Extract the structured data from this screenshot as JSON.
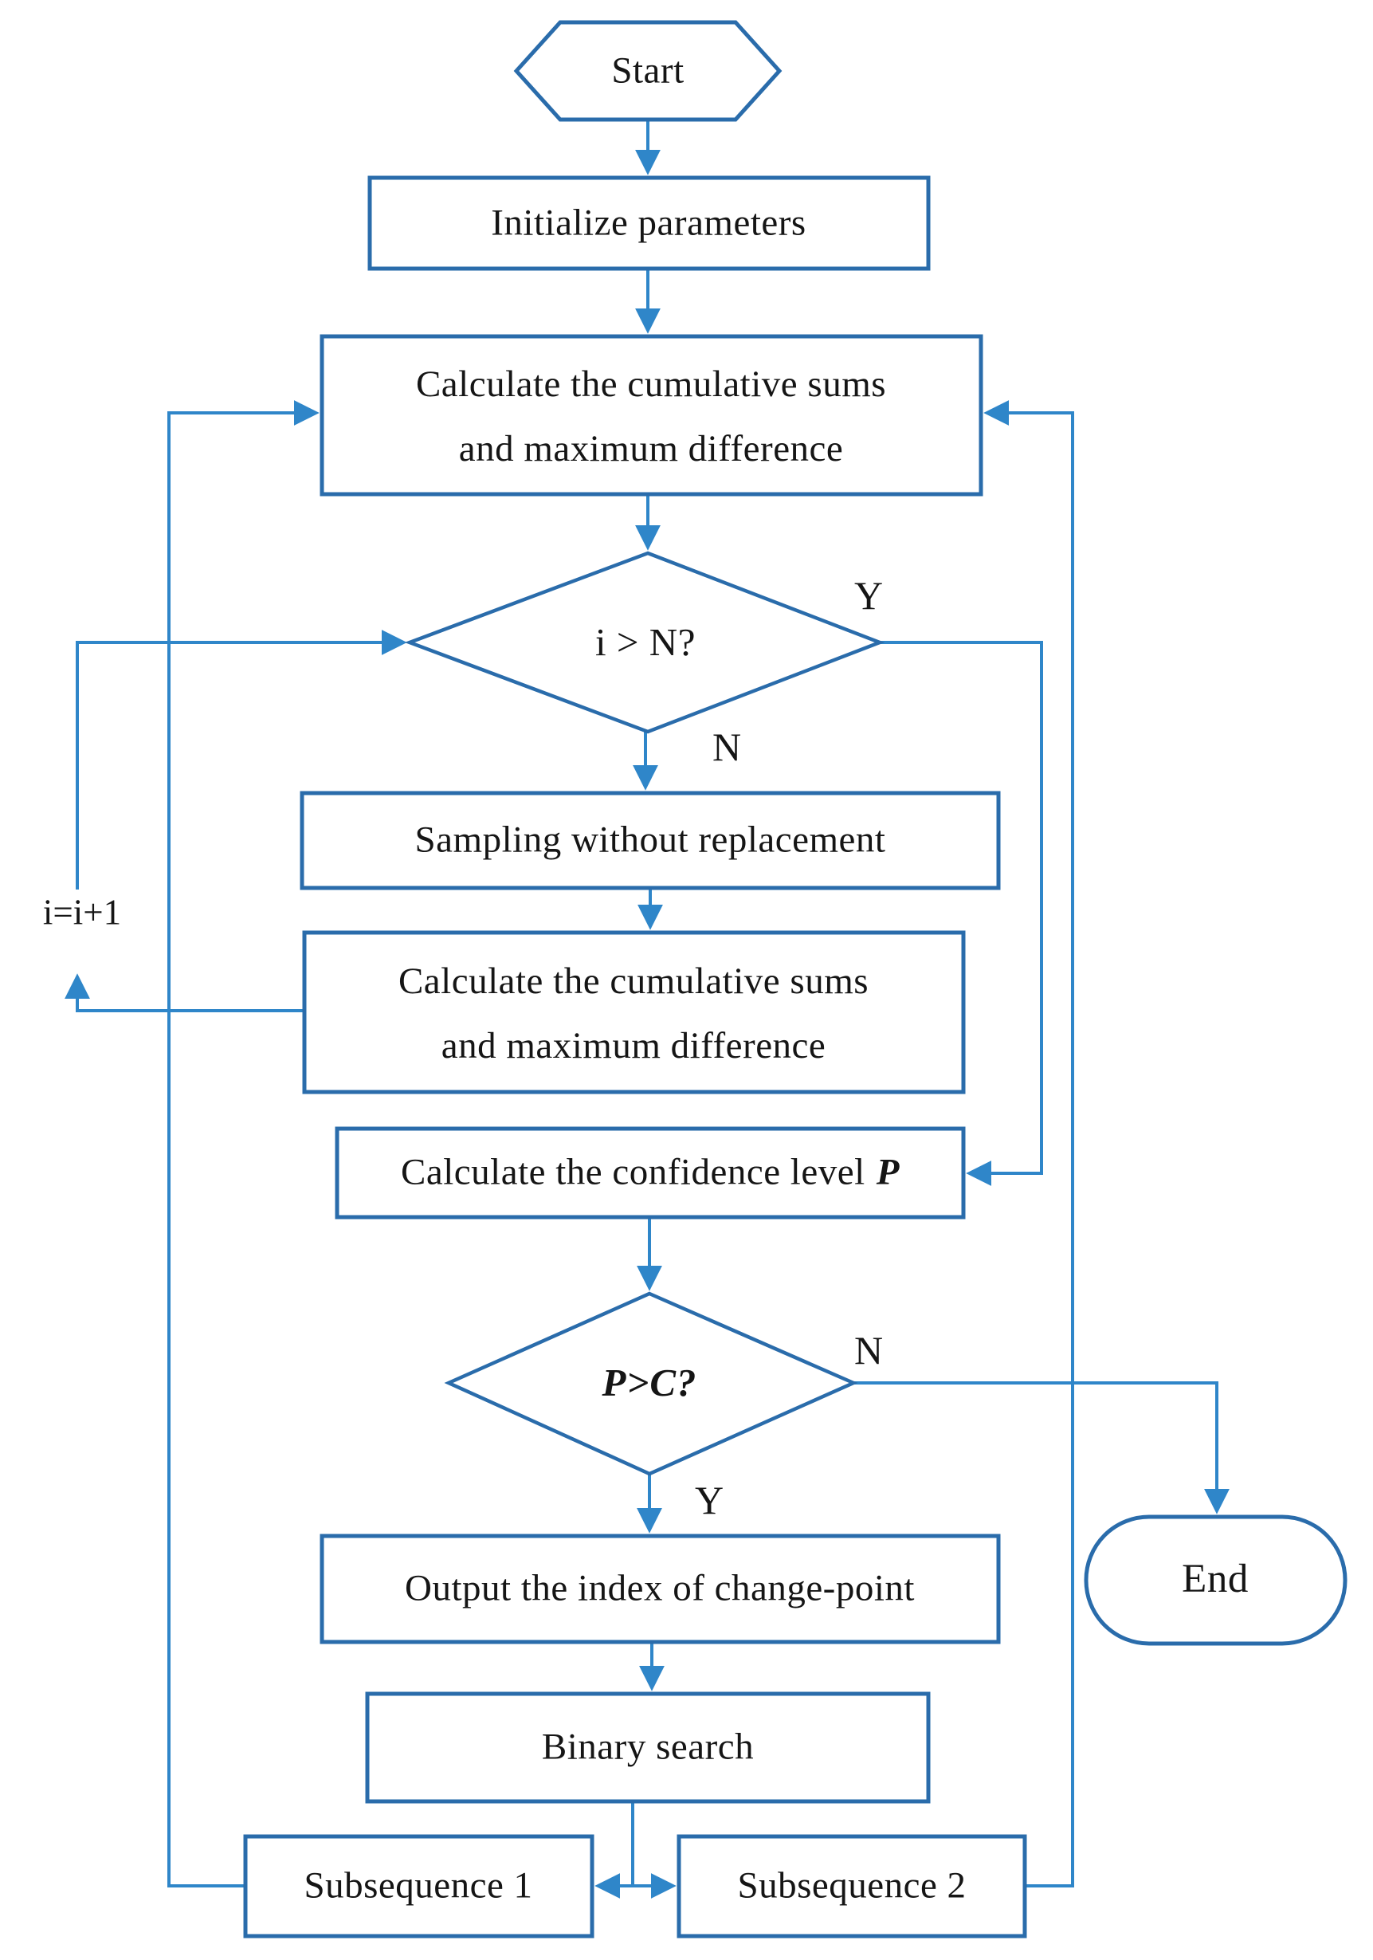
{
  "figure": {
    "type": "flowchart",
    "colors": {
      "shape_border": "#2a6cab",
      "connector": "#2f86c9",
      "label_text": "#151515",
      "background": "#ffffff"
    },
    "nodes": {
      "start": {
        "shape": "hexagon",
        "label": "Start"
      },
      "init": {
        "shape": "rectangle",
        "label": "Initialize parameters"
      },
      "calc1": {
        "shape": "rectangle",
        "label": "Calculate the cumulative sums\nand maximum difference"
      },
      "decision_i": {
        "shape": "diamond",
        "label": "i > N?"
      },
      "sampling": {
        "shape": "rectangle",
        "label": "Sampling without replacement"
      },
      "calc2": {
        "shape": "rectangle",
        "label": "Calculate the cumulative sums\nand maximum difference"
      },
      "confidence": {
        "shape": "rectangle",
        "label": "Calculate the confidence level",
        "emphasis": "P"
      },
      "decision_p": {
        "shape": "diamond",
        "label": "P>C?"
      },
      "output": {
        "shape": "rectangle",
        "label": "Output the index of change-point"
      },
      "binary": {
        "shape": "rectangle",
        "label": "Binary search"
      },
      "sub1": {
        "shape": "rectangle",
        "label": "Subsequence 1"
      },
      "sub2": {
        "shape": "rectangle",
        "label": "Subsequence 2"
      },
      "end": {
        "shape": "terminator",
        "label": "End"
      }
    },
    "edge_labels": {
      "i_gt_n_yes": "Y",
      "i_gt_n_no": "N",
      "increment": "i=i+1",
      "p_gt_c_no": "N",
      "p_gt_c_yes": "Y"
    }
  }
}
